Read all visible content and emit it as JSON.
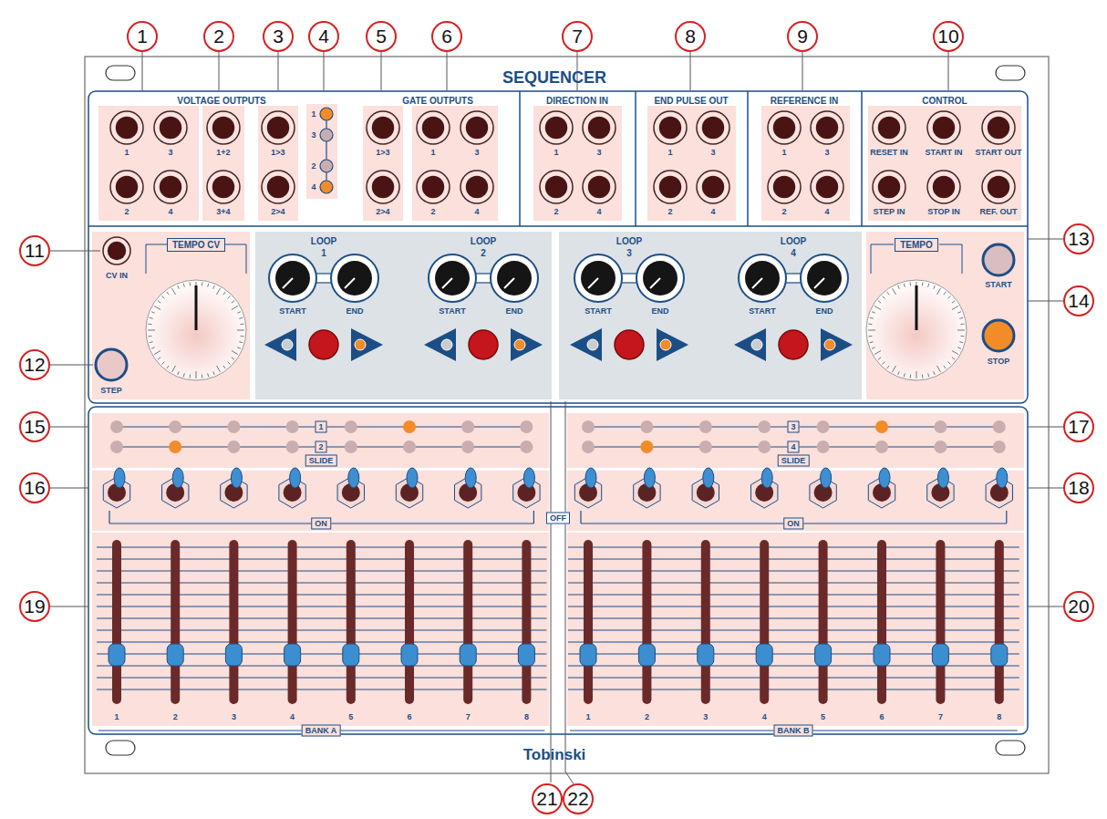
{
  "diagram": {
    "nodes": [
      {
        "text": [
          "SEQUENCER",
          "Tobinski"
        ]
      },
      {
        "text": [
          "VOLTAGE OUTPUTS"
        ],
        "in": 0
      },
      {
        "text": [
          "GATE OUTPUTS"
        ],
        "in": 0
      },
      {
        "text": [
          "DIRECTION IN"
        ],
        "in": 0
      },
      {
        "text": [
          "END PULSE OUT"
        ],
        "in": 0
      },
      {
        "text": [
          "REFERENCE IN"
        ],
        "in": 0
      },
      {
        "text": [
          "CONTROL"
        ],
        "in": 0
      },
      {
        "text": [
          "TEMPO CV"
        ],
        "in": 0
      },
      {
        "text": [
          "TEMPO"
        ],
        "in": 0
      }
    ],
    "labels": [
      "1",
      "2",
      "3",
      "4",
      "5",
      "6",
      "7",
      "8",
      "9",
      "10",
      "11",
      "12",
      "13",
      "14",
      "15",
      "16",
      "17",
      "18",
      "19",
      "20",
      "21",
      "22",
      "1",
      "3",
      "2",
      "4",
      "1+2",
      "3+4",
      "1>3",
      "2>4",
      "1",
      "3",
      "2",
      "4",
      "1>3",
      "2>4",
      "1",
      "3",
      "2",
      "4",
      "1",
      "3",
      "2",
      "4",
      "1",
      "3",
      "2",
      "4",
      "1",
      "3",
      "2",
      "4",
      "RESET IN",
      "START IN",
      "START OUT",
      "STEP IN",
      "STOP IN",
      "REF. OUT",
      "CV IN",
      "STEP",
      "LOOP",
      "1",
      "START",
      "END",
      "LOOP",
      "2",
      "START",
      "END",
      "LOOP",
      "3",
      "START",
      "END",
      "LOOP",
      "4",
      "START",
      "END",
      "START",
      "STOP",
      "1",
      "2",
      "3",
      "4",
      "SLIDE",
      "SLIDE",
      "ON",
      "ON",
      "OFF",
      "1",
      "2",
      "3",
      "4",
      "5",
      "6",
      "7",
      "8",
      "1",
      "2",
      "3",
      "4",
      "5",
      "6",
      "7",
      "8",
      "BANK A",
      "BANK B"
    ]
  }
}
